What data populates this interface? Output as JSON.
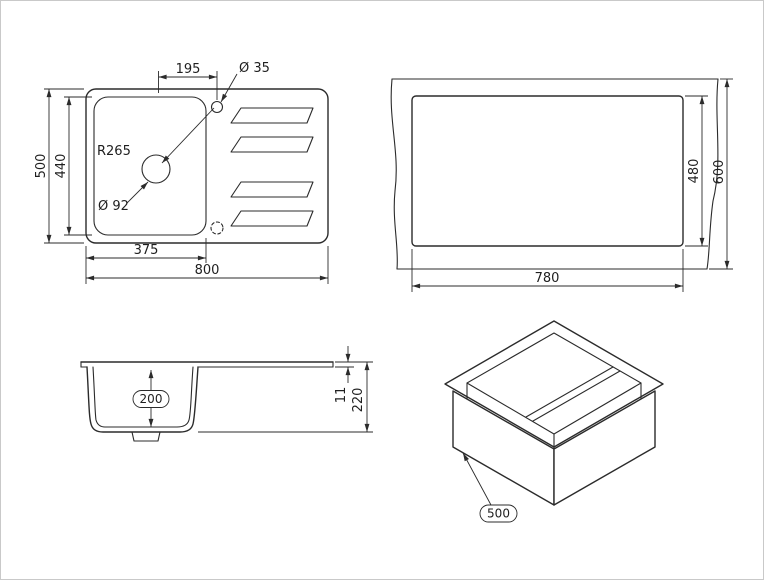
{
  "views": {
    "top": {
      "dim_195": "195",
      "dim_d35": "Ø 35",
      "dim_500": "500",
      "dim_440": "440",
      "dim_r265": "R265",
      "dim_d92": "Ø 92",
      "dim_375": "375",
      "dim_800": "800"
    },
    "cutout": {
      "dim_480": "480",
      "dim_600": "600",
      "dim_780": "780"
    },
    "side": {
      "dim_200": "200",
      "dim_11": "11",
      "dim_220": "220"
    },
    "iso": {
      "dim_500": "500"
    }
  },
  "colors": {
    "line": "#2b2b2b",
    "background": "#ffffff"
  }
}
